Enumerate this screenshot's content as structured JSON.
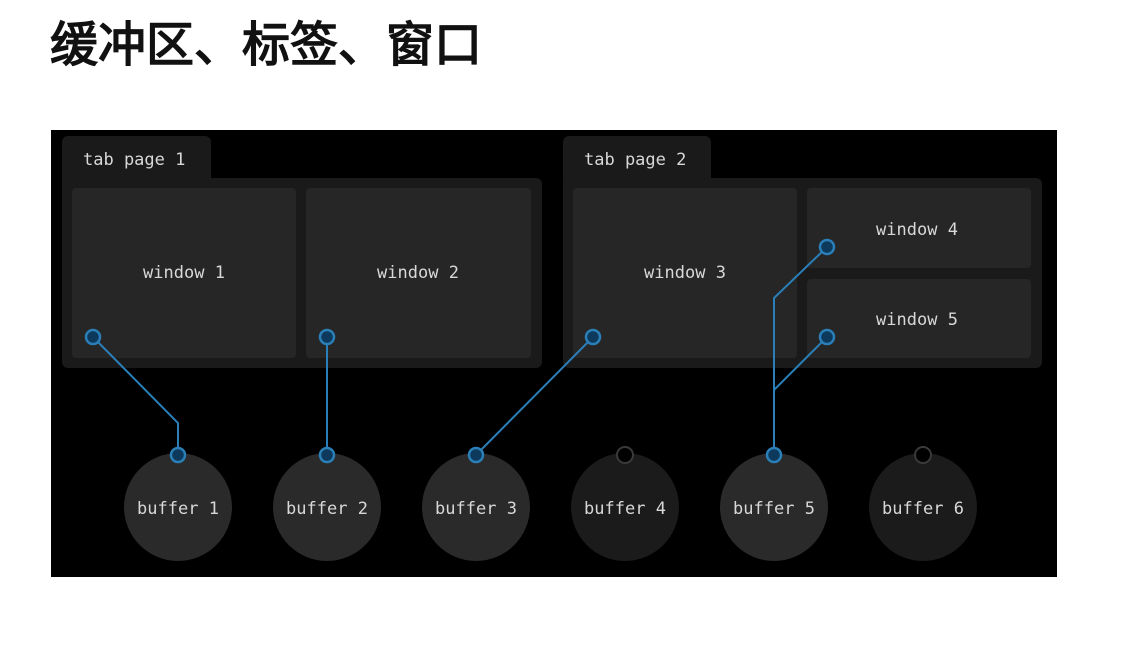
{
  "title": "缓冲区、标签、窗口",
  "diagram": {
    "tabs": [
      {
        "label": "tab page 1",
        "windows": [
          "window 1",
          "window 2"
        ]
      },
      {
        "label": "tab page 2",
        "windows": [
          "window 3",
          "window 4",
          "window 5"
        ]
      }
    ],
    "buffers": [
      "buffer 1",
      "buffer 2",
      "buffer 3",
      "buffer 4",
      "buffer 5",
      "buffer 6"
    ],
    "links": [
      {
        "window": "window 1",
        "buffer": "buffer 1"
      },
      {
        "window": "window 2",
        "buffer": "buffer 2"
      },
      {
        "window": "window 3",
        "buffer": "buffer 3"
      },
      {
        "window": "window 4",
        "buffer": "buffer 5"
      },
      {
        "window": "window 5",
        "buffer": "buffer 5"
      }
    ],
    "colors": {
      "background": "#000000",
      "tab_panel": "#1a1a1a",
      "window": "#262626",
      "buffer_linked": "#2a2a2a",
      "buffer_unlinked": "#1b1b1b",
      "link": "#2a7fb8",
      "label": "#d8d8d8"
    }
  }
}
